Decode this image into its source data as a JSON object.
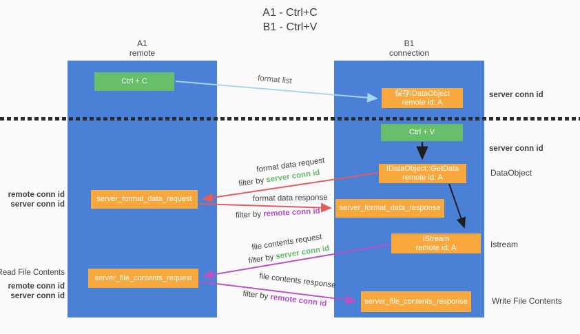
{
  "title": {
    "line1": "A1 - Ctrl+C",
    "line2": "B1 - Ctrl+V"
  },
  "lanes": {
    "left": {
      "name": "A1",
      "role": "remote"
    },
    "right": {
      "name": "B1",
      "role": "connection"
    }
  },
  "boxes": {
    "ctrl_c": {
      "label": "Ctrl + C"
    },
    "save_dataobject": {
      "line1": "保存IDataObject",
      "line2": "remote id: A"
    },
    "ctrl_v": {
      "label": "Ctrl + V"
    },
    "getdata": {
      "line1": "IDataObject::GetData",
      "line2": "remote id: A"
    },
    "server_format_data_request": {
      "label": "server_format_data_request"
    },
    "server_format_data_response": {
      "label": "server_format_data_response"
    },
    "istream": {
      "line1": "IStream",
      "line2": "remote id: A"
    },
    "server_file_contents_request": {
      "label": "server_file_contents_request"
    },
    "server_file_contents_response": {
      "label": "server_file_contents_response"
    }
  },
  "arrow_labels": {
    "format_list": "format list",
    "format_data_request": "format data request",
    "format_data_request_filter_prefix": "filter by",
    "format_data_request_filter_key": "server conn id",
    "format_data_response": "format data response",
    "format_data_response_filter_prefix": "filter by",
    "format_data_response_filter_key": "remote conn id",
    "file_contents_request": "file contents request",
    "file_contents_request_filter_prefix": "filter by",
    "file_contents_request_filter_key": "server conn id",
    "file_contents_response": "file contents response",
    "file_contents_response_filter_prefix": "filter by",
    "file_contents_response_filter_key": "remote conn id"
  },
  "side_labels": {
    "server_conn_id_top_right": "server conn id",
    "server_conn_id_mid_right": "server conn id",
    "dataobject": "DataObject",
    "istream": "Istream",
    "write_file_contents": "Write File Contents",
    "read_file_contents": "Read File Contents",
    "format_request_remote_conn_id": "remote conn id",
    "format_request_server_conn_id": "server conn id",
    "file_request_remote_conn_id": "remote conn id",
    "file_request_server_conn_id": "server conn id"
  },
  "colors": {
    "lane_blue": "#4a80d6",
    "box_green": "#68bf6b",
    "box_orange": "#f9a83d",
    "arrow_lightblue": "#a9d6ef",
    "arrow_red": "#e35d5d",
    "arrow_magenta": "#bb52c4",
    "arrow_black": "#1f1f1f",
    "text_green": "#66bb6a",
    "text_purple": "#b04fc8",
    "background": "#fafafa"
  }
}
